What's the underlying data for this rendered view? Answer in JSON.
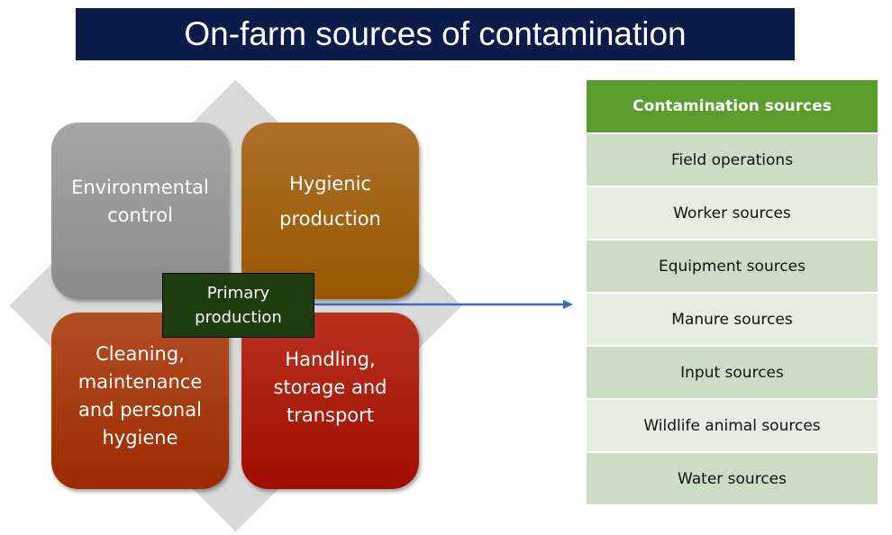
{
  "title": "On-farm sources of contamination",
  "quadrants": {
    "top_left": [
      "Environmental",
      "control"
    ],
    "top_right": [
      "Hygienic",
      "production"
    ],
    "bottom_left": [
      "Cleaning,",
      "maintenance",
      "and personal",
      "hygiene"
    ],
    "bottom_right": [
      "Handling,",
      "storage and",
      "transport"
    ]
  },
  "center_label": [
    "Primary",
    "production"
  ],
  "colors": {
    "title_bg": "#0b1c4b",
    "table_header": "#5a9c2e",
    "center_label_bg": "#1e3d0e",
    "arrow": "#3a6bc4"
  },
  "table": {
    "header": "Contamination sources",
    "rows": [
      "Field operations",
      "Worker sources",
      "Equipment sources",
      "Manure sources",
      "Input sources",
      "Wildlife animal sources",
      "Water sources"
    ]
  }
}
